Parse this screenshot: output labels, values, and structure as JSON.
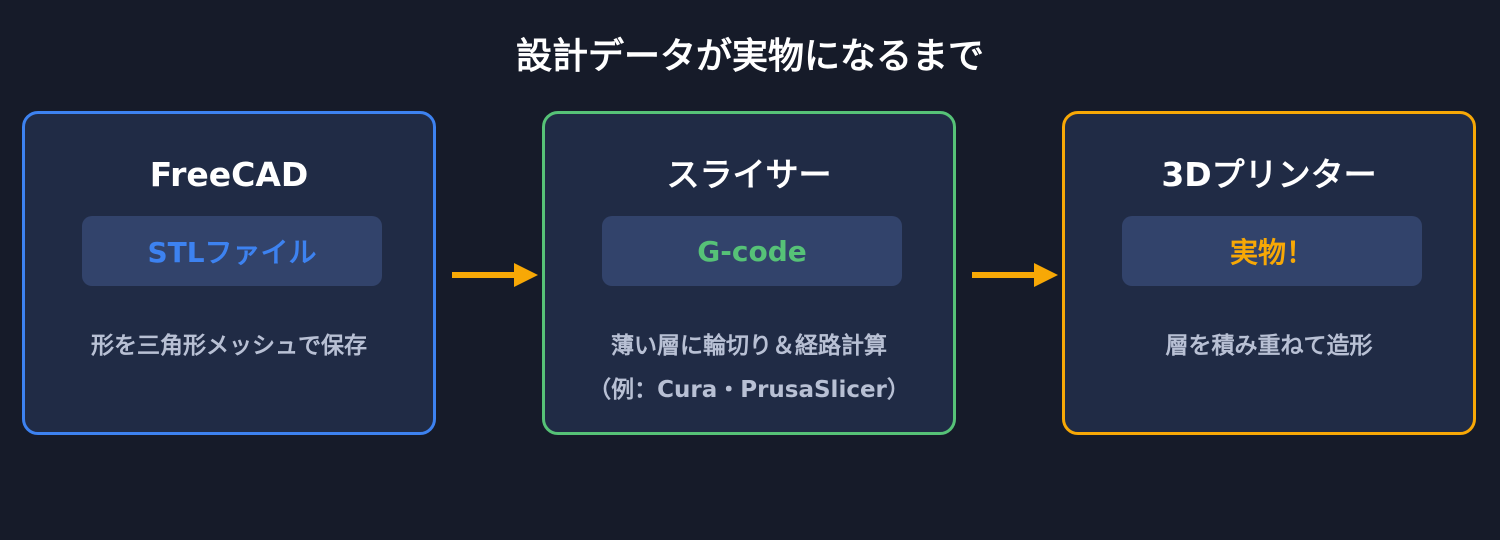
{
  "title": "設計データが実物になるまで",
  "colors": {
    "background": "#161b29",
    "panel": "#202b45",
    "output_box": "#32436b",
    "arrow": "#f7a806",
    "blue": "#3d82f0",
    "green": "#56c277",
    "orange": "#f7a806"
  },
  "stages": [
    {
      "name": "FreeCAD",
      "output": "STLファイル",
      "accent": "#3d82f0",
      "desc": [
        "形を三角形メッシュで保存"
      ]
    },
    {
      "name": "スライサー",
      "output": "G-code",
      "accent": "#56c277",
      "desc": [
        "薄い層に輪切り＆経路計算",
        "（例：Cura・PrusaSlicer）"
      ]
    },
    {
      "name": "3Dプリンター",
      "output": "実物！",
      "accent": "#f7a806",
      "desc": [
        "層を積み重ねて造形"
      ]
    }
  ],
  "arrows": [
    {
      "from": "FreeCAD",
      "to": "スライサー"
    },
    {
      "from": "スライサー",
      "to": "3Dプリンター"
    }
  ]
}
